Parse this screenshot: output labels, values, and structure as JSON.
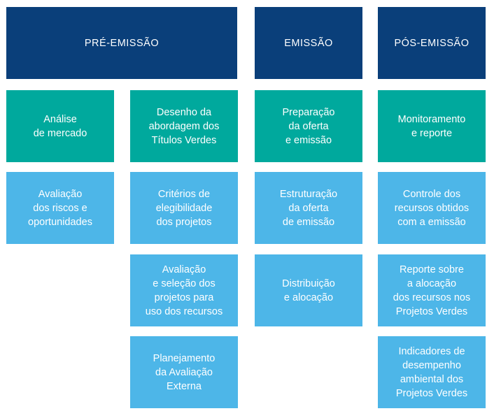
{
  "phases": {
    "pre": "PRÉ-EMISSÃO",
    "emissao": "EMISSÃO",
    "pos": "PÓS-EMISSÃO"
  },
  "steps": {
    "analise": "Análise\nde mercado",
    "desenho": "Desenho da\nabordagem dos\nTítulos Verdes",
    "preparacao": "Preparação\nda oferta\ne emissão",
    "monitoramento": "Monitoramento\ne reporte"
  },
  "tasks": {
    "avaliacao_riscos": "Avaliação\ndos riscos e\noportunidades",
    "criterios": "Critérios de\nelegibilidade\ndos projetos",
    "estruturacao": "Estruturação\nda oferta\nde emissão",
    "controle": "Controle dos\nrecursos obtidos\ncom a emissão",
    "avaliacao_selecao": "Avaliação\ne seleção dos\nprojetos para\nuso dos recursos",
    "distribuicao": "Distribuição\ne alocação",
    "reporte": "Reporte sobre\na alocação\ndos recursos nos\nProjetos Verdes",
    "planejamento": "Planejamento\nda Avaliação\nExterna",
    "indicadores": "Indicadores de\ndesempenho\nambiental dos\nProjetos Verdes"
  },
  "colors": {
    "phase": "#0a3f7a",
    "step": "#00a99d",
    "task": "#4db6e8"
  }
}
